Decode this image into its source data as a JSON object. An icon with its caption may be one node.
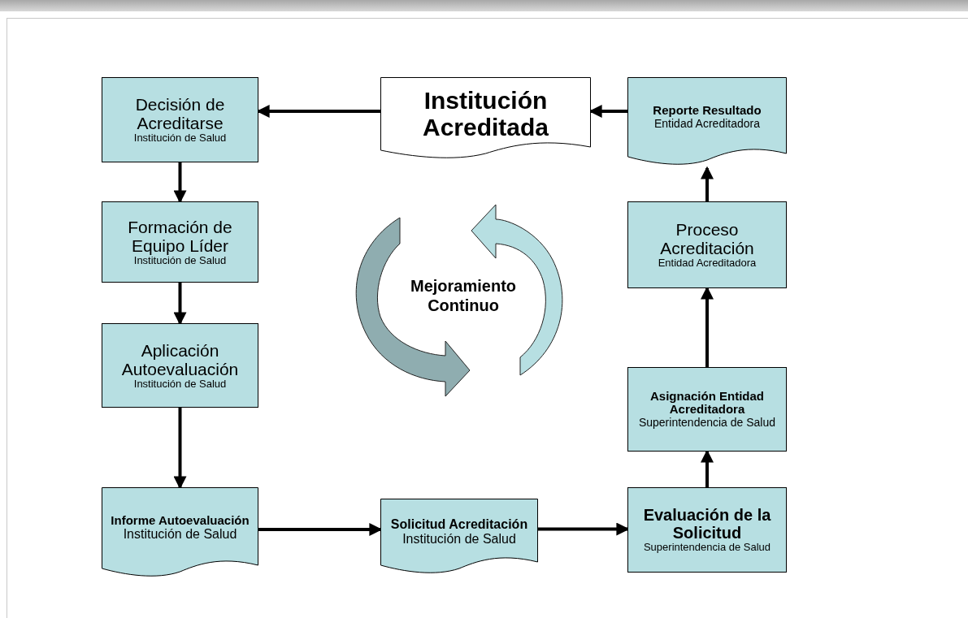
{
  "diagram": {
    "nodes": [
      {
        "text": [
          "Decisión de Acreditarse",
          "Institución de Salud"
        ]
      },
      {
        "text": [
          "Institución Acreditada"
        ]
      },
      {
        "text": [
          "Reporte Resultado",
          "Entidad Acreditadora"
        ]
      },
      {
        "text": [
          "Formación de Equipo Líder",
          "Institución de Salud"
        ]
      },
      {
        "text": [
          "Proceso Acreditación",
          "Entidad Acreditadora"
        ]
      },
      {
        "text": [
          "Aplicación Autoevaluación",
          "Institución de Salud"
        ]
      },
      {
        "text": [
          "Asignación Entidad Acreditadora",
          "Superintendencia de Salud"
        ]
      },
      {
        "text": [
          "Informe Autoevaluación",
          "Institución de Salud"
        ]
      },
      {
        "text": [
          "Solicitud Acreditación",
          "Institución de Salud"
        ]
      },
      {
        "text": [
          "Evaluación de la Solicitud",
          "Superintendencia de Salud"
        ]
      }
    ],
    "edges": [
      {
        "from": 1,
        "to": 0,
        "arrow": "to"
      },
      {
        "from": 2,
        "to": 1,
        "arrow": "to"
      },
      {
        "from": 0,
        "to": 3,
        "arrow": "to"
      },
      {
        "from": 3,
        "to": 5,
        "arrow": "to"
      },
      {
        "from": 5,
        "to": 7,
        "arrow": "to"
      },
      {
        "from": 7,
        "to": 8,
        "arrow": "to"
      },
      {
        "from": 8,
        "to": 9,
        "arrow": "to"
      },
      {
        "from": 9,
        "to": 6,
        "arrow": "to"
      },
      {
        "from": 6,
        "to": 4,
        "arrow": "to"
      },
      {
        "from": 4,
        "to": 2,
        "arrow": "to"
      }
    ],
    "labels": [
      "Mejoramiento Continuo"
    ]
  }
}
